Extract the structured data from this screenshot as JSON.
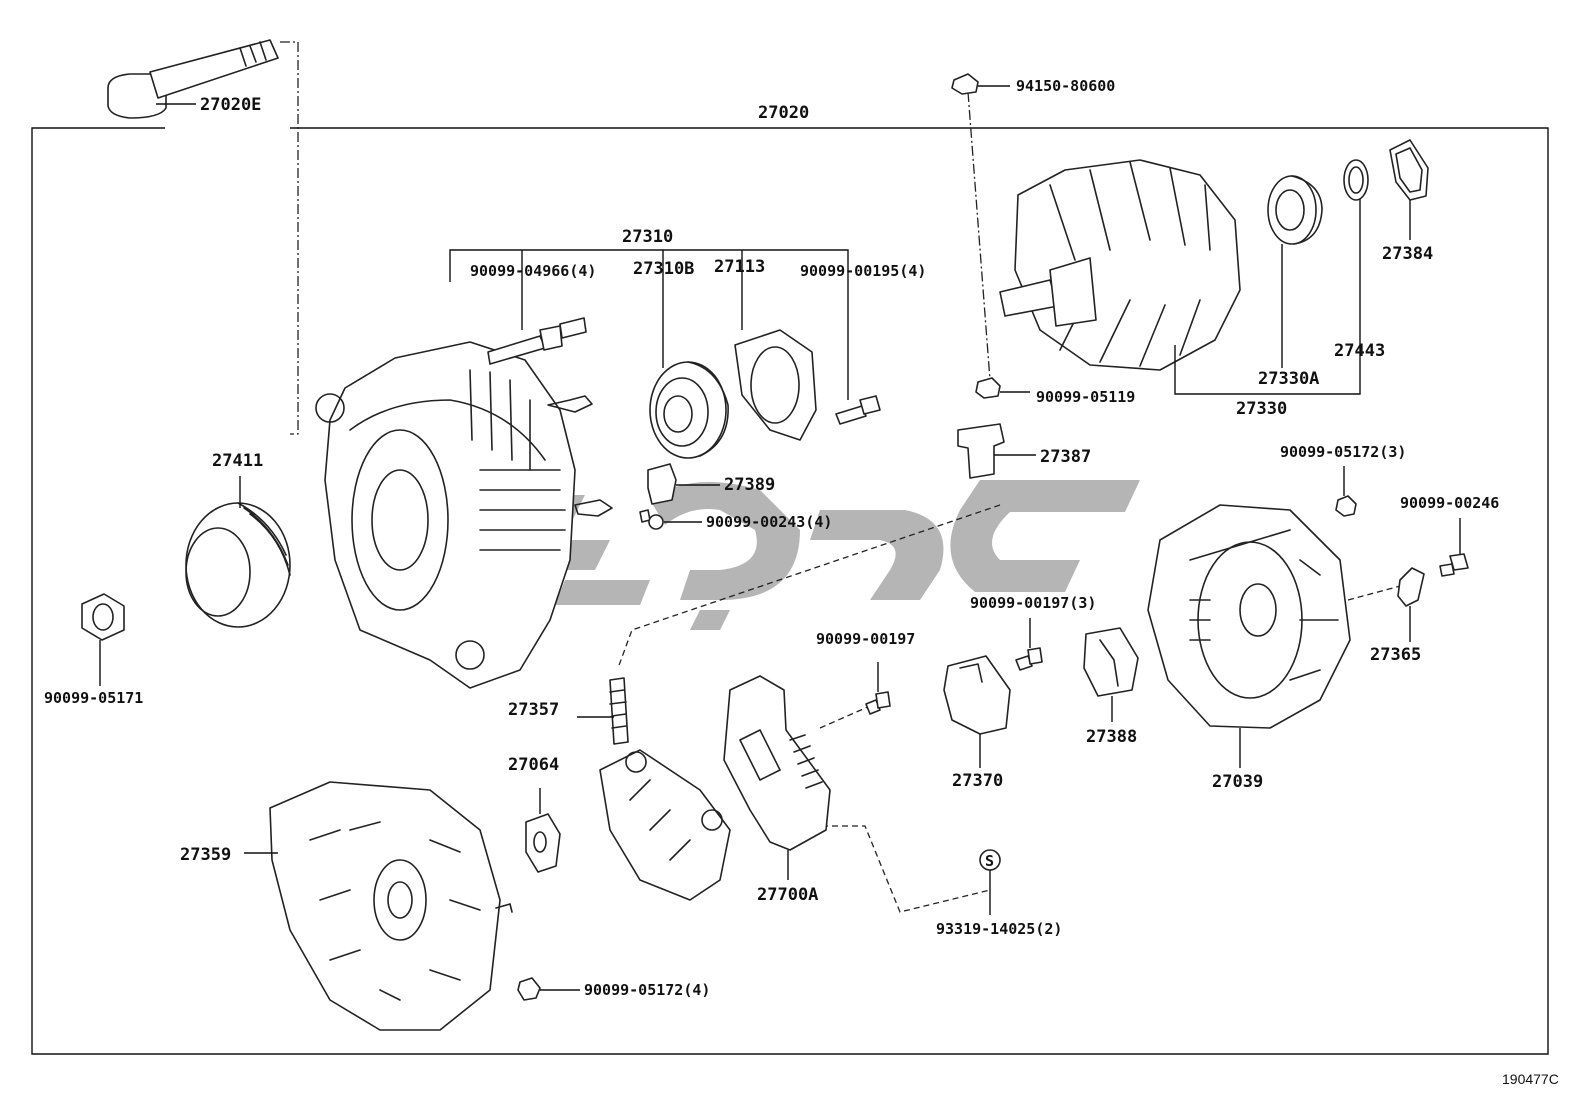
{
  "diagram": {
    "labels": {
      "p27020E": "27020E",
      "p27020": "27020",
      "p94150": "94150-80600",
      "p27310": "27310",
      "p90099_04966": "90099-04966(4)",
      "p27310B": "27310B",
      "p27113": "27113",
      "p90099_00195": "90099-00195(4)",
      "p27384": "27384",
      "p27443": "27443",
      "p27330A": "27330A",
      "p27330": "27330",
      "p90099_05119": "90099-05119",
      "p27387": "27387",
      "p27411": "27411",
      "p27389": "27389",
      "p90099_00243": "90099-00243(4)",
      "p90099_05172_3": "90099-05172(3)",
      "p90099_00246": "90099-00246",
      "p27365": "27365",
      "p90099_05171": "90099-05171",
      "p90099_00197_3": "90099-00197(3)",
      "p90099_00197": "90099-00197",
      "p27357": "27357",
      "p27370": "27370",
      "p27388": "27388",
      "p27039": "27039",
      "p27064": "27064",
      "p27359": "27359",
      "p27700A": "27700A",
      "p93319": "93319-14025(2)",
      "p90099_05172_4": "90099-05172(4)",
      "s_marker": "S",
      "drawing_code": "190477C"
    }
  }
}
